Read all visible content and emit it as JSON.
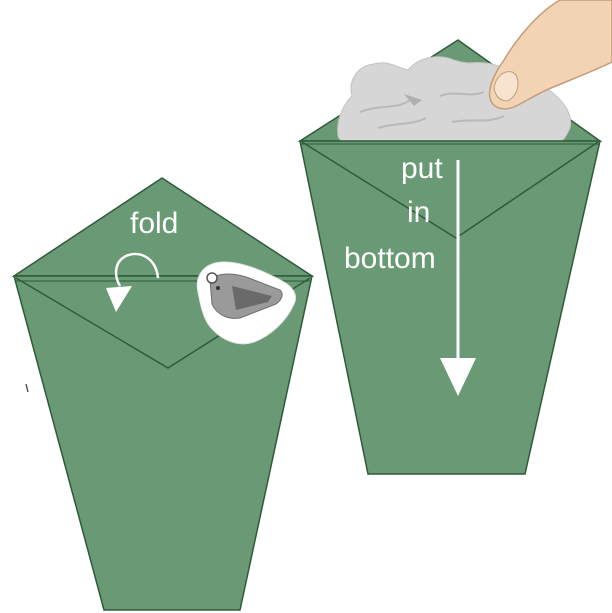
{
  "colors": {
    "paper_green": "#6a9a75",
    "paper_edge": "#2f5a3a",
    "arrow": "#ffffff",
    "tissue": "#d6d6d6",
    "skin": "#f2d3b3",
    "iron_body": "#9a9a9a"
  },
  "icons": {
    "iron": "iron-icon",
    "hand": "pointing-finger-icon",
    "tissue": "tissue-paper-icon",
    "curved_arrow": "curved-fold-arrow-icon",
    "down_arrow": "down-arrow-icon"
  },
  "left_step": {
    "label": "fold"
  },
  "right_step": {
    "label_line1": "put",
    "label_line2": "in",
    "label_line3": "bottom"
  }
}
